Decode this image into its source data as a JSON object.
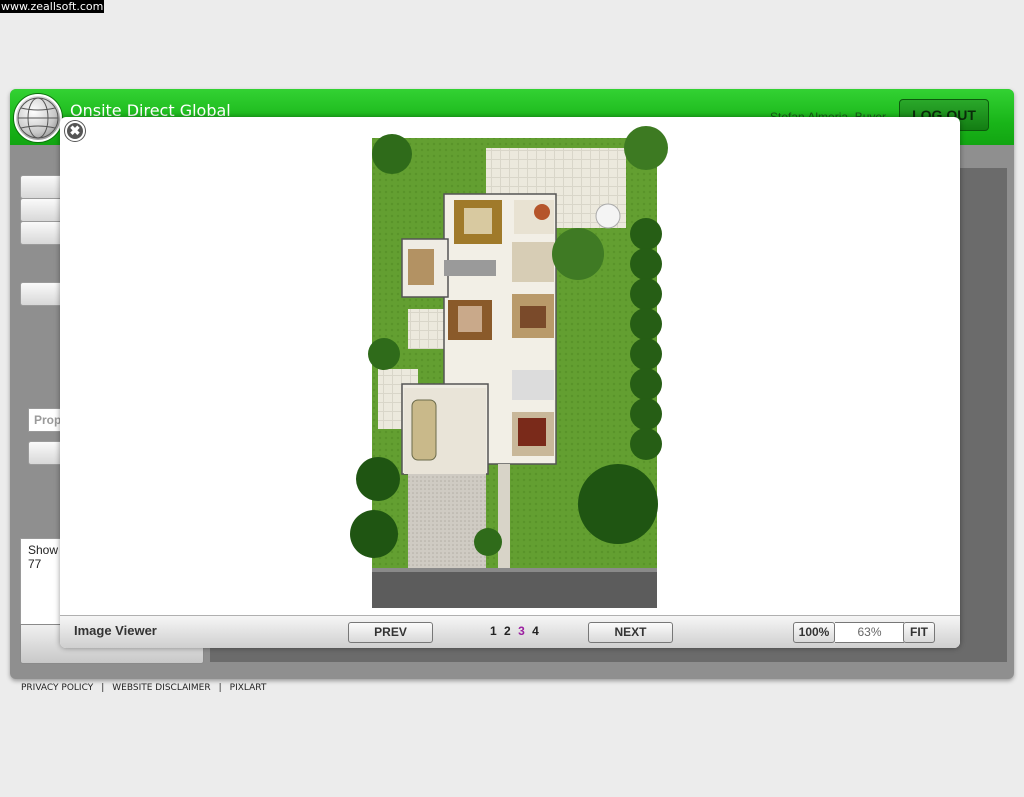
{
  "watermark": "www.zeallsoft.com",
  "header": {
    "title": "Onsite Direct Global",
    "user": "Stefan Almeria, Buyer",
    "logout_label": "LOG OUT"
  },
  "sidebar": {
    "property_placeholder": "Prop",
    "results_line1": "Show",
    "results_line2": "77"
  },
  "footer": {
    "links": [
      "PRIVACY POLICY",
      "WEBSITE DISCLAIMER",
      "PIXLART"
    ],
    "separator": "|"
  },
  "viewer": {
    "title": "Image Viewer",
    "prev_label": "PREV",
    "next_label": "NEXT",
    "pages": [
      "1",
      "2",
      "3",
      "4"
    ],
    "current_page": "3",
    "zoom_100_label": "100%",
    "zoom_value": "63%",
    "fit_label": "FIT",
    "close_glyph": "✖"
  }
}
